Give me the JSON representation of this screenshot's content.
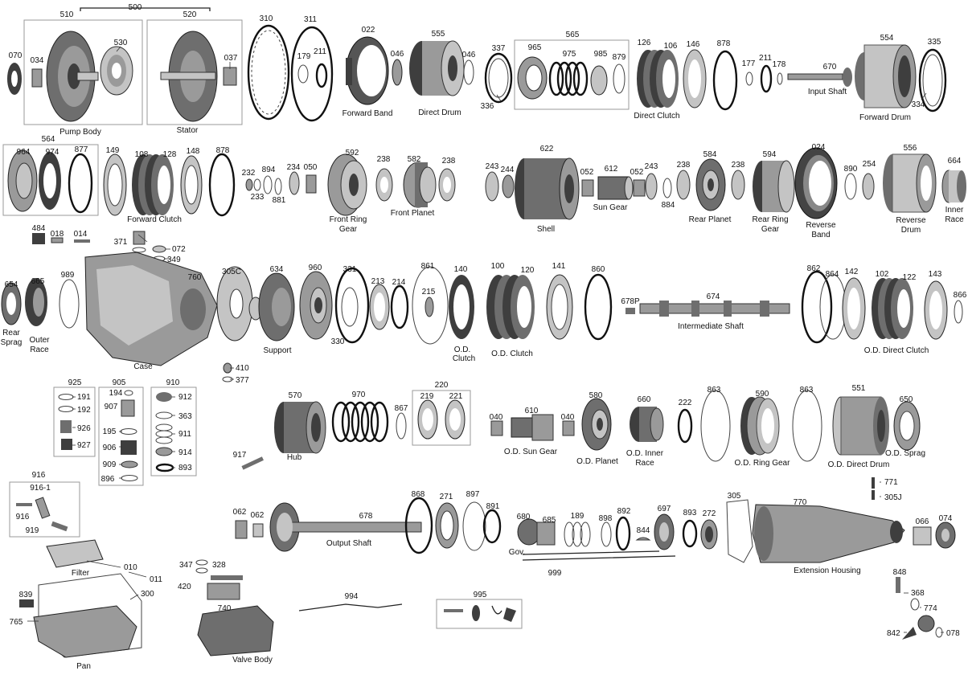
{
  "diagram": {
    "groups": {
      "g500": "500",
      "g510": "510",
      "g520": "520",
      "g565": "565",
      "g564": "564",
      "g220": "220",
      "g925": "925",
      "g905": "905",
      "g910": "910",
      "g916": "916",
      "g995": "995"
    },
    "row1": {
      "p070": "070",
      "p034": "034",
      "p530": "530",
      "p037": "037",
      "p310": "310",
      "p311": "311",
      "p179": "179",
      "p211a": "211",
      "p022": "022",
      "p046a": "046",
      "p555": "555",
      "p046b": "046",
      "p337": "337",
      "p336": "336",
      "p965": "965",
      "p975": "975",
      "p985": "985",
      "p879": "879",
      "p126": "126",
      "p106": "106",
      "p146": "146",
      "p878a": "878",
      "p177": "177",
      "p211b": "211",
      "p178": "178",
      "p670": "670",
      "p554": "554",
      "p335": "335",
      "p334": "334",
      "c_pump_body": "Pump Body",
      "c_stator": "Stator",
      "c_forward_band": "Forward Band",
      "c_direct_drum": "Direct Drum",
      "c_direct_clutch": "Direct Clutch",
      "c_input_shaft": "Input Shaft",
      "c_forward_drum": "Forward Drum"
    },
    "row2": {
      "p964": "964",
      "p974": "974",
      "p877": "877",
      "p149": "149",
      "p108": "108",
      "p128": "128",
      "p148": "148",
      "p878b": "878",
      "p232": "232",
      "p233": "233",
      "p894": "894",
      "p881": "881",
      "p234": "234",
      "p050": "050",
      "p592": "592",
      "p238a": "238",
      "p582": "582",
      "p238b": "238",
      "p243a": "243",
      "p244": "244",
      "p622": "622",
      "p052a": "052",
      "p612": "612",
      "p052b": "052",
      "p243b": "243",
      "p884": "884",
      "p238c": "238",
      "p584": "584",
      "p238d": "238",
      "p594": "594",
      "p024": "024",
      "p890": "890",
      "p254": "254",
      "p556": "556",
      "p664": "664",
      "c_forward_clutch": "Forward Clutch",
      "c_front_ring_gear_1": "Front Ring",
      "c_front_ring_gear_2": "Gear",
      "c_front_planet": "Front Planet",
      "c_shell": "Shell",
      "c_sun_gear": "Sun Gear",
      "c_rear_planet": "Rear Planet",
      "c_rear_ring_gear_1": "Rear Ring",
      "c_rear_ring_gear_2": "Gear",
      "c_reverse_band_1": "Reverse",
      "c_reverse_band_2": "Band",
      "c_reverse_drum_1": "Reverse",
      "c_reverse_drum_2": "Drum",
      "c_inner_race_1": "Inner",
      "c_inner_race_2": "Race"
    },
    "row3": {
      "p484": "484",
      "p018": "018",
      "p014": "014",
      "p371": "371",
      "p072": "072",
      "p349": "349",
      "p654": "654",
      "p665": "665",
      "p989": "989",
      "p760": "760",
      "p305c": "305C",
      "p634": "634",
      "p960": "960",
      "p331": "331",
      "p330": "330",
      "p213": "213",
      "p214": "214",
      "p861": "861",
      "p215": "215",
      "p140": "140",
      "p100": "100",
      "p120": "120",
      "p141": "141",
      "p860": "860",
      "p678p": "678P",
      "p674": "674",
      "p862": "862",
      "p864": "864",
      "p142": "142",
      "p102": "102",
      "p122": "122",
      "p143": "143",
      "p866": "866",
      "p410": "410",
      "p377": "377",
      "c_rear_sprag_1": "Rear",
      "c_rear_sprag_2": "Sprag",
      "c_outer_race_1": "Outer",
      "c_outer_race_2": "Race",
      "c_case": "Case",
      "c_support": "Support",
      "c_od_clutch_small_1": "O.D.",
      "c_od_clutch_small_2": "Clutch",
      "c_od_clutch": "O.D. Clutch",
      "c_intermediate_shaft": "Intermediate Shaft",
      "c_od_direct_clutch": "O.D. Direct Clutch"
    },
    "row4": {
      "p191": "191",
      "p192": "192",
      "p926": "926",
      "p927": "927",
      "p194": "194",
      "p907": "907",
      "p195": "195",
      "p906": "906",
      "p909": "909",
      "p896": "896",
      "p912": "912",
      "p363": "363",
      "p911": "911",
      "p914": "914",
      "p893a": "893",
      "p917": "917",
      "p570": "570",
      "p970": "970",
      "p867": "867",
      "p219": "219",
      "p221": "221",
      "p040a": "040",
      "p610": "610",
      "p040b": "040",
      "p580": "580",
      "p660": "660",
      "p222": "222",
      "p863a": "863",
      "p590": "590",
      "p863b": "863",
      "p551": "551",
      "p650": "650",
      "c_hub": "Hub",
      "c_od_sun_gear": "O.D. Sun Gear",
      "c_od_planet": "O.D. Planet",
      "c_od_inner_race_1": "O.D. Inner",
      "c_od_inner_race_2": "Race",
      "c_od_ring_gear": "O.D. Ring Gear",
      "c_od_direct_drum": "O.D. Direct Drum",
      "c_od_sprag": "O.D. Sprag"
    },
    "row5": {
      "p916_1": "916-1",
      "p916b": "916",
      "p919": "919",
      "p062a": "062",
      "p062b": "062",
      "p678": "678",
      "p868": "868",
      "p271": "271",
      "p897": "897",
      "p891": "891",
      "p680": "680",
      "p685": "685",
      "p189": "189",
      "p898": "898",
      "p892": "892",
      "p844": "844",
      "p697": "697",
      "p893b": "893",
      "p272": "272",
      "p305": "305",
      "p770": "770",
      "p771": "771",
      "p305j": "305J",
      "p066": "066",
      "p074": "074",
      "p999": "999",
      "c_output_shaft": "Output Shaft",
      "c_gov": "Gov.",
      "c_extension_housing": "Extension Housing"
    },
    "row6": {
      "p010": "010",
      "p011": "011",
      "p300": "300",
      "p839": "839",
      "p765": "765",
      "p347": "347",
      "p328": "328",
      "p420": "420",
      "p740": "740",
      "p994": "994",
      "p848": "848",
      "p368": "368",
      "p774": "774",
      "p842": "842",
      "p078": "078",
      "c_filter": "Filter",
      "c_pan": "Pan",
      "c_valve_body": "Valve Body"
    }
  }
}
